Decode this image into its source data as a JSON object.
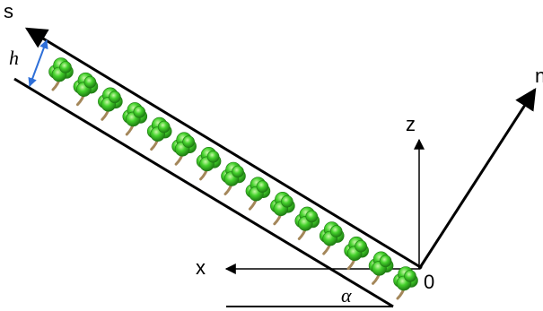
{
  "labels": {
    "s_axis": "s",
    "n_axis": "n",
    "z_axis": "z",
    "x_axis": "x",
    "origin": "0",
    "height": "h",
    "angle": "α"
  },
  "colors": {
    "line": "#000000",
    "height_arrow": "#2e6fd8",
    "tree_crown": "#37c424",
    "tree_crown_light": "#b6f58d",
    "tree_crown_dark": "#1f7c13",
    "tree_trunk": "#a4875a",
    "background": "#ffffff"
  },
  "tree_count": 15,
  "icons": {
    "tree": "tree-icon"
  }
}
